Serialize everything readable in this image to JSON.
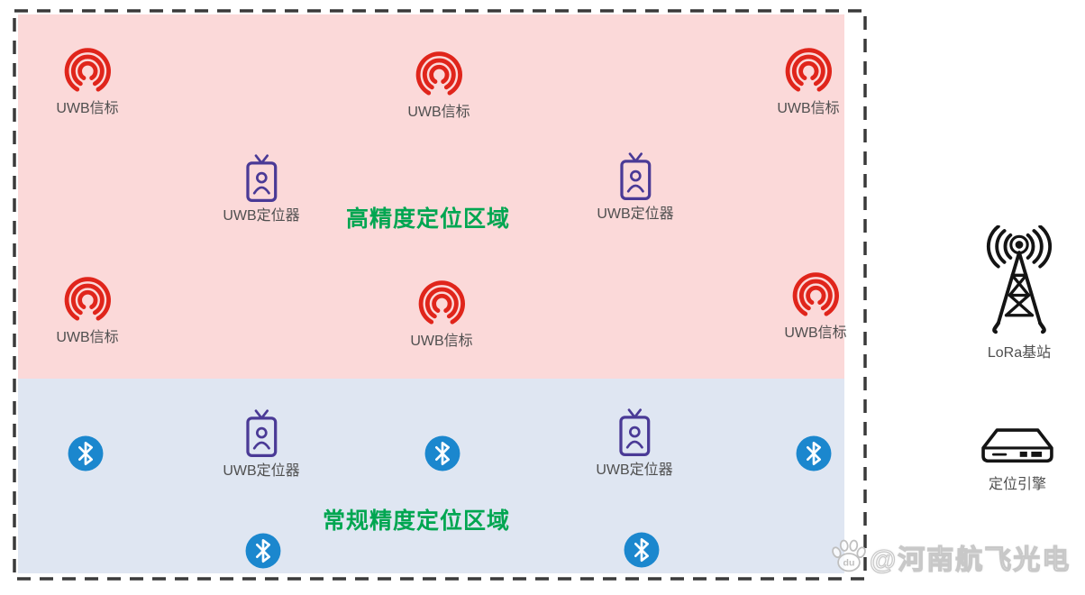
{
  "zones": {
    "high_precision_label": "高精度定位区域",
    "normal_precision_label": "常规精度定位区域"
  },
  "labels": {
    "uwb_beacon": "UWB信标",
    "uwb_locator": "UWB定位器",
    "lora_station": "LoRa基站",
    "positioning_engine": "定位引擎"
  },
  "watermark": {
    "handle": "@河南航飞光电",
    "logo_text": "du"
  },
  "colors": {
    "high_precision_bg": "#fbd9d9",
    "normal_precision_bg": "#dfe6f2",
    "beacon_red": "#e0251b",
    "locator_purple": "#4a3a96",
    "bluetooth_blue": "#1b87ce",
    "zone_title_green": "#00a651",
    "boundary_dash": "#3a3a3a"
  }
}
